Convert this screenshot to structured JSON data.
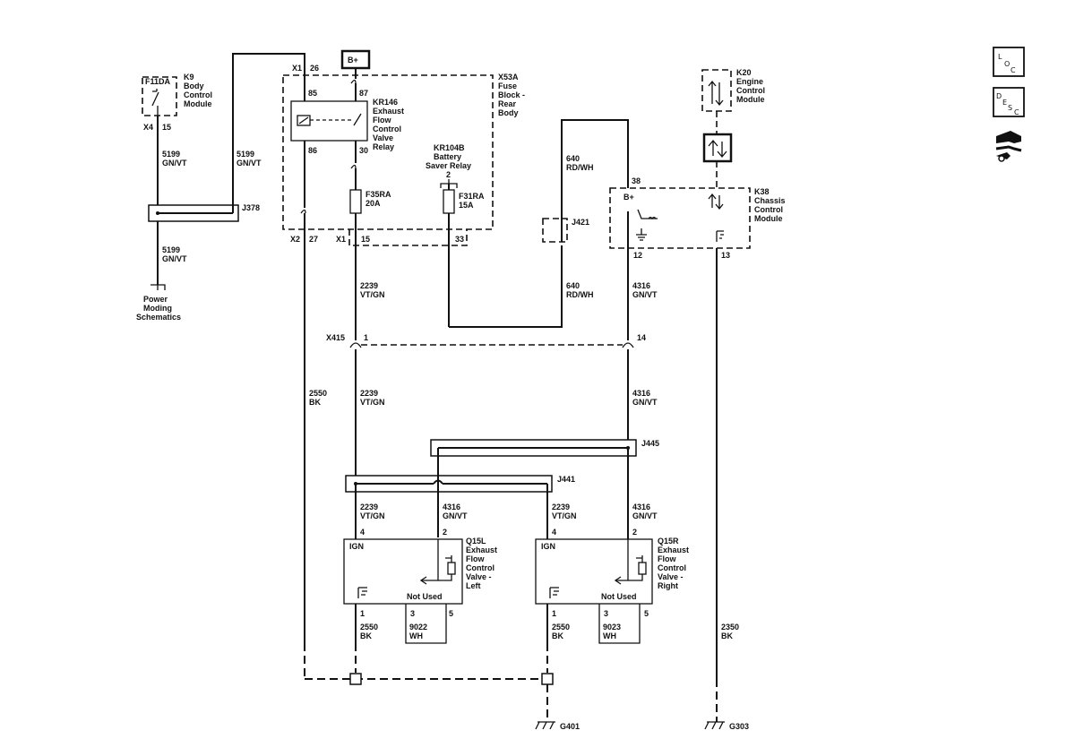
{
  "components": {
    "f11da": "F11DA",
    "k9": [
      "K9",
      "Body",
      "Control",
      "Module"
    ],
    "k20": [
      "K20",
      "Engine",
      "Control",
      "Module"
    ],
    "x53a": [
      "X53A",
      "Fuse",
      "Block -",
      "Rear",
      "Body"
    ],
    "kr146": [
      "KR146",
      "Exhaust",
      "Flow",
      "Control",
      "Valve",
      "Relay"
    ],
    "kr104b": [
      "KR104B",
      "Battery",
      "Saver Relay"
    ],
    "f35ra": [
      "F35RA",
      "20A"
    ],
    "f31ra": [
      "F31RA",
      "15A"
    ],
    "k38": [
      "K38",
      "Chassis",
      "Control",
      "Module"
    ],
    "q15l": [
      "Q15L",
      "Exhaust",
      "Flow",
      "Control",
      "Valve -",
      "Left"
    ],
    "q15r": [
      "Q15R",
      "Exhaust",
      "Flow",
      "Control",
      "Valve -",
      "Right"
    ],
    "bplus": "B+",
    "ign": "IGN",
    "not_used": "Not Used",
    "power_moding": [
      "Power",
      "Moding",
      "Schematics"
    ]
  },
  "connectors": {
    "x1": "X1",
    "x2": "X2",
    "x4": "X4",
    "x415": "X415"
  },
  "splices": {
    "j378": "J378",
    "j421": "J421",
    "j441": "J441",
    "j445": "J445"
  },
  "grounds": {
    "g401": "G401",
    "g303": "G303"
  },
  "pins": {
    "p15a": "15",
    "p26": "26",
    "p85": "85",
    "p87": "87",
    "p86": "86",
    "p30": "30",
    "p27": "27",
    "p15b": "15",
    "p33": "33",
    "p2kr": "2",
    "p38": "38",
    "p12": "12",
    "p13": "13",
    "p1": "1",
    "p14": "14",
    "q15l_4": "4",
    "q15l_2": "2",
    "q15l_1": "1",
    "q15l_3": "3",
    "q15l_5": "5",
    "q15r_4": "4",
    "q15r_2": "2",
    "q15r_1": "1",
    "q15r_3": "3",
    "q15r_5": "5"
  },
  "wires": {
    "w5199a": [
      "5199",
      "GN/VT"
    ],
    "w5199b": [
      "5199",
      "GN/VT"
    ],
    "w5199c": [
      "5199",
      "GN/VT"
    ],
    "w640a": [
      "640",
      "RD/WH"
    ],
    "w640b": [
      "640",
      "RD/WH"
    ],
    "w2239a": [
      "2239",
      "VT/GN"
    ],
    "w4316a": [
      "4316",
      "GN/VT"
    ],
    "w2550a": [
      "2550",
      "BK"
    ],
    "w2239b": [
      "2239",
      "VT/GN"
    ],
    "w4316b": [
      "4316",
      "GN/VT"
    ],
    "w2239c": [
      "2239",
      "VT/GN"
    ],
    "w4316c": [
      "4316",
      "GN/VT"
    ],
    "w2239d": [
      "2239",
      "VT/GN"
    ],
    "w4316d": [
      "4316",
      "GN/VT"
    ],
    "w2550b": [
      "2550",
      "BK"
    ],
    "w9022": [
      "9022",
      "WH"
    ],
    "w2550c": [
      "2550",
      "BK"
    ],
    "w9023": [
      "9023",
      "WH"
    ],
    "w2350": [
      "2350",
      "BK"
    ]
  },
  "icons": {
    "loc": [
      "L",
      "O",
      "C"
    ],
    "desc": [
      "D",
      "E",
      "S",
      "C"
    ],
    "side_icons": [
      "loc-icon",
      "desc-icon",
      "connector-tool-icon"
    ]
  }
}
